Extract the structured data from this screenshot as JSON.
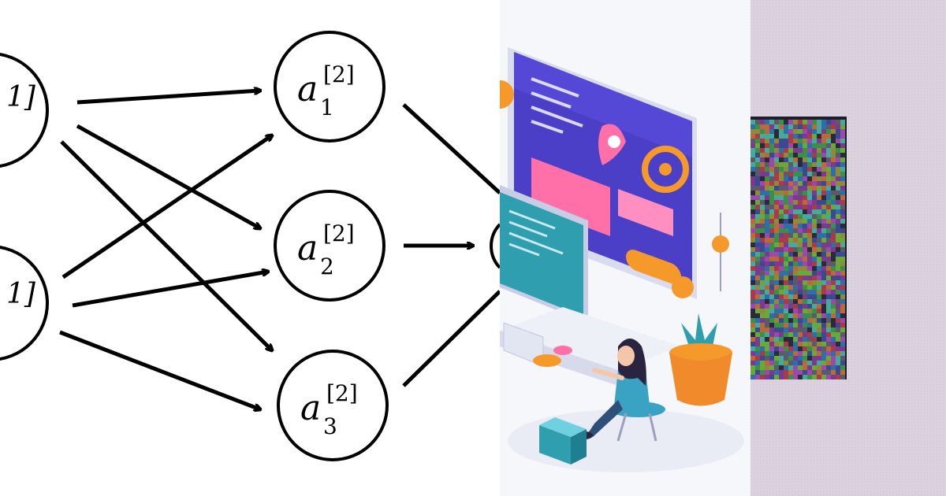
{
  "network": {
    "partial_nodes": [
      {
        "label": "1]"
      },
      {
        "label": "1]"
      }
    ],
    "hidden_nodes": [
      {
        "base": "a",
        "index": "1",
        "layer": "[2]"
      },
      {
        "base": "a",
        "index": "2",
        "layer": "[2]"
      },
      {
        "base": "a",
        "index": "3",
        "layer": "[2]"
      }
    ]
  },
  "colors": {
    "ink": "#000000",
    "screen_purple": "#4b3fc8",
    "screen_teal": "#2f9fb0",
    "accent_orange": "#f59a2a",
    "accent_pink": "#ff6fa8",
    "hair": "#2a2440",
    "shirt": "#3aa3c4",
    "pants": "#2d4f7a",
    "pot": "#f08a2a",
    "noise_bg": "#d9cfdc",
    "noise_frame": "#1e1e2a"
  },
  "icons": {
    "illustration": "developer-at-computer-illustration",
    "noise": "static-noise-screen"
  }
}
